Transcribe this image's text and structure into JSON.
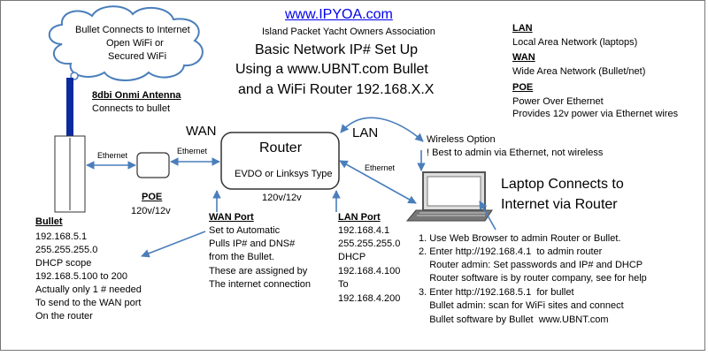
{
  "header": {
    "site": "www.IPYOA.com",
    "org": "Island Packet Yacht Owners Association",
    "title_lines": [
      "Basic Network IP# Set Up",
      "Using a www.UBNT.com Bullet",
      "and a WiFi Router 192.168.X.X"
    ]
  },
  "cloud": {
    "lines": [
      "Bullet Connects to Internet",
      "Open WiFi or",
      "Secured WiFi"
    ]
  },
  "antenna": {
    "title": "8dbi Onmi Antenna",
    "subtitle": "Connects to bullet"
  },
  "glossary": [
    {
      "term": "LAN",
      "lines": [
        "Local Area Network (laptops)"
      ]
    },
    {
      "term": "WAN",
      "lines": [
        "Wide Area Network (Bullet/net)"
      ]
    },
    {
      "term": "POE",
      "lines": [
        "Power Over Ethernet",
        "Provides 12v power via Ethernet wires"
      ]
    }
  ],
  "labels": {
    "wan": "WAN",
    "lan": "LAN",
    "ethernet_bullet": "Ethernet",
    "ethernet_poe": "Ethernet",
    "ethernet_laptop": "Ethernet",
    "wireless": [
      "Wireless Option",
      "! Best to admin via Ethernet, not wireless"
    ]
  },
  "router": {
    "title": "Router",
    "subtitle": "EVDO or Linksys Type",
    "power": "120v/12v"
  },
  "poe": {
    "title": "POE",
    "power": "120v/12v"
  },
  "laptop": {
    "lines": [
      "Laptop Connects to",
      "Internet via Router"
    ]
  },
  "bullet_info": {
    "title": "Bullet",
    "lines": [
      "192.168.5.1",
      "255.255.255.0",
      "DHCP scope",
      "192.168.5.100 to 200",
      "Actually only 1 # needed",
      "To send to the WAN port",
      "On the router"
    ]
  },
  "wan_port": {
    "title": "WAN Port",
    "lines": [
      "Set to Automatic",
      "Pulls IP# and DNS#",
      "from the Bullet.",
      "These are assigned by",
      "The internet connection"
    ]
  },
  "lan_port": {
    "title": "LAN Port",
    "lines": [
      "192.168.4.1",
      "255.255.255.0",
      "DHCP",
      "192.168.4.100",
      "To",
      "192.168.4.200"
    ]
  },
  "instructions": [
    "1. Use Web Browser to admin Router or Bullet.",
    "2. Enter http://192.168.4.1  to admin router",
    "    Router admin: Set passwords and IP# and DHCP",
    "    Router software is by router company, see for help",
    "3. Enter http://192.168.5.1  for bullet",
    "    Bullet admin: scan for WiFi sites and connect",
    "    Bullet software by Bullet  www.UBNT.com"
  ]
}
